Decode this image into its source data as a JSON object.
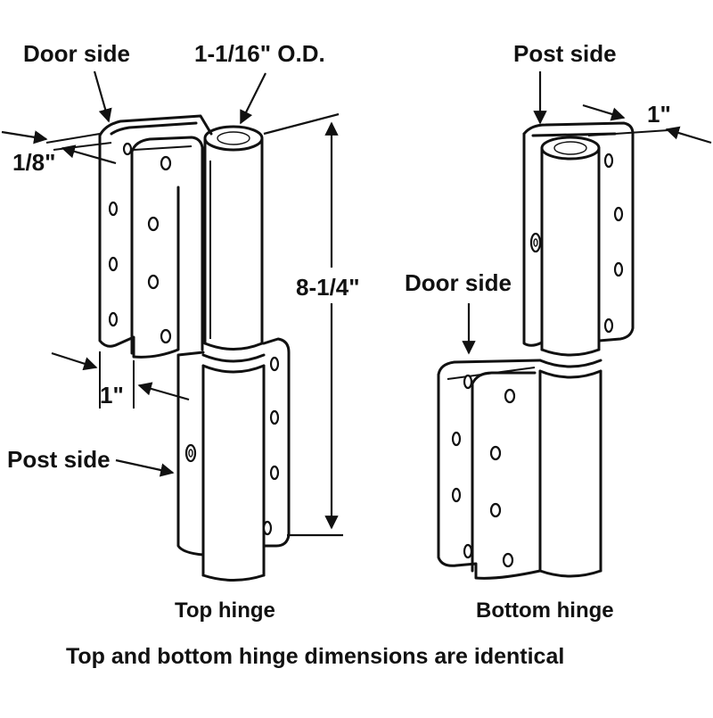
{
  "top_hinge": {
    "door_side_label": "Door side",
    "post_side_label": "Post side",
    "barrel_od_label": "1-1/16\" O.D.",
    "gap_label": "1/8\"",
    "leaf_offset_label": "1\"",
    "height_label": "8-1/4\"",
    "caption": "Top hinge"
  },
  "bottom_hinge": {
    "post_side_label": "Post side",
    "door_side_label": "Door side",
    "leaf_offset_label": "1\"",
    "caption": "Bottom hinge"
  },
  "footnote": "Top and bottom hinge dimensions are identical"
}
